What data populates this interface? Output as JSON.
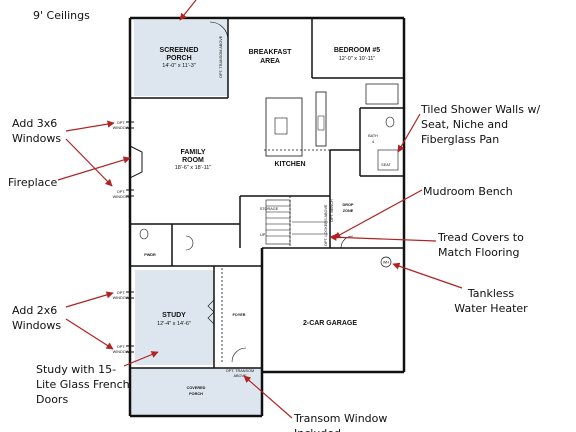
{
  "annotations": {
    "ceilings": "9' Ceilings",
    "add_3x6_line1": "Add 3x6",
    "add_3x6_line2": "Windows",
    "fireplace": "Fireplace",
    "add_2x6_line1": "Add 2x6",
    "add_2x6_line2": "Windows",
    "study_glass_line1": "Study with 15-",
    "study_glass_line2": "Lite Glass French",
    "study_glass_line3": "Doors",
    "tiled_shower_line1": "Tiled Shower Walls w/",
    "tiled_shower_line2": "Seat, Niche and",
    "tiled_shower_line3": "Fiberglass Pan",
    "mudroom_bench": "Mudroom Bench",
    "tread_line1": "Tread Covers to",
    "tread_line2": "Match Flooring",
    "tankless_line1": "Tankless",
    "tankless_line2": "Water Heater",
    "transom_line1": "Transom Window",
    "transom_line2": "Included"
  },
  "rooms": {
    "screened_porch": {
      "name_1": "SCREENED",
      "name_2": "PORCH",
      "dim": "14'-0\" x 11'-3\""
    },
    "breakfast": {
      "name_1": "BREAKFAST",
      "name_2": "AREA"
    },
    "bedroom5": {
      "name": "BEDROOM #5",
      "dim": "12'-0\" x 10'-11\""
    },
    "family": {
      "name_1": "FAMILY",
      "name_2": "ROOM",
      "dim": "18'-6\" x 18'-11\""
    },
    "kitchen": {
      "name": "KITCHEN"
    },
    "bath4": {
      "name_1": "BATH",
      "name_2": "4",
      "seat": "SEAT"
    },
    "drop_zone": {
      "name_1": "DROP",
      "name_2": "ZONE"
    },
    "storage": {
      "name": "STORAGE"
    },
    "up": {
      "name": "UP"
    },
    "pwdr": {
      "name": "PWDR"
    },
    "study": {
      "name": "STUDY",
      "dim": "12'-4\" x 14'-6\""
    },
    "foyer": {
      "name": "FOYER"
    },
    "garage": {
      "name": "2-CAR GARAGE"
    },
    "covered_porch": {
      "name_1": "COVERED",
      "name_2": "PORCH"
    },
    "wh": {
      "name": "WH"
    }
  },
  "plan_notes": {
    "opt_window_1": "OPT.",
    "opt_window_2": "WINDOW",
    "opt_transom_1": "OPT. TRANSOM",
    "opt_transom_2": "ABOVE",
    "opt_transom_vertical": "OPT. TRANSOM ABOVE",
    "opt_lockers": "OPT. LOCKERS ABOVE",
    "opt_bench": "OPT. BENCH"
  },
  "colors": {
    "porch_fill": "#dde6ee",
    "wall": "#111111",
    "arrow": "#b22222"
  }
}
